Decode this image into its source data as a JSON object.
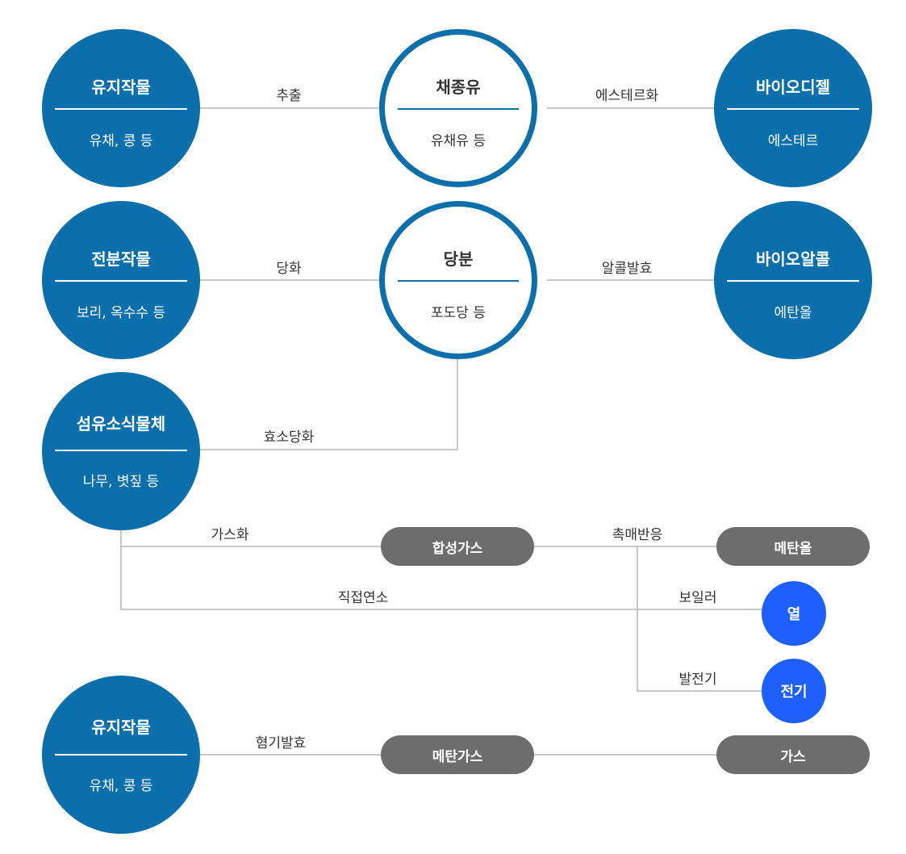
{
  "rows": {
    "oil": {
      "source": {
        "title": "유지작물",
        "sub": "유채, 콩 등"
      },
      "process1": "추출",
      "intermediate": {
        "title": "채종유",
        "sub": "유채유 등"
      },
      "process2": "에스테르화",
      "product": {
        "title": "바이오디젤",
        "sub": "에스테르"
      }
    },
    "starch": {
      "source": {
        "title": "전분작물",
        "sub": "보리, 옥수수  등"
      },
      "process1": "당화",
      "intermediate": {
        "title": "당분",
        "sub": "포도당 등"
      },
      "process2": "알콜발효",
      "product": {
        "title": "바이오알콜",
        "sub": "에탄올"
      }
    },
    "cellulose": {
      "source": {
        "title": "섬유소식물체",
        "sub": "나무, 볏짚 등"
      },
      "process1": "효소당화"
    }
  },
  "gasification": {
    "process": "가스화",
    "syngas": "합성가스",
    "catalytic": "촉매반응",
    "methanol": "메탄올",
    "direct_combustion": "직접연소",
    "boiler": "보일러",
    "heat": "열",
    "power_gen": "발전기",
    "electricity": "전기"
  },
  "anaerobic": {
    "source": {
      "title": "유지작물",
      "sub": "유채, 콩 등"
    },
    "process": "혐기발효",
    "methane_gas": "메탄가스",
    "gas": "가스"
  },
  "colors": {
    "primary_blue": "#0a6fab",
    "bright_blue": "#1f5fff",
    "pill_gray": "#6d6d6d",
    "line_gray": "#b5b5b5"
  }
}
